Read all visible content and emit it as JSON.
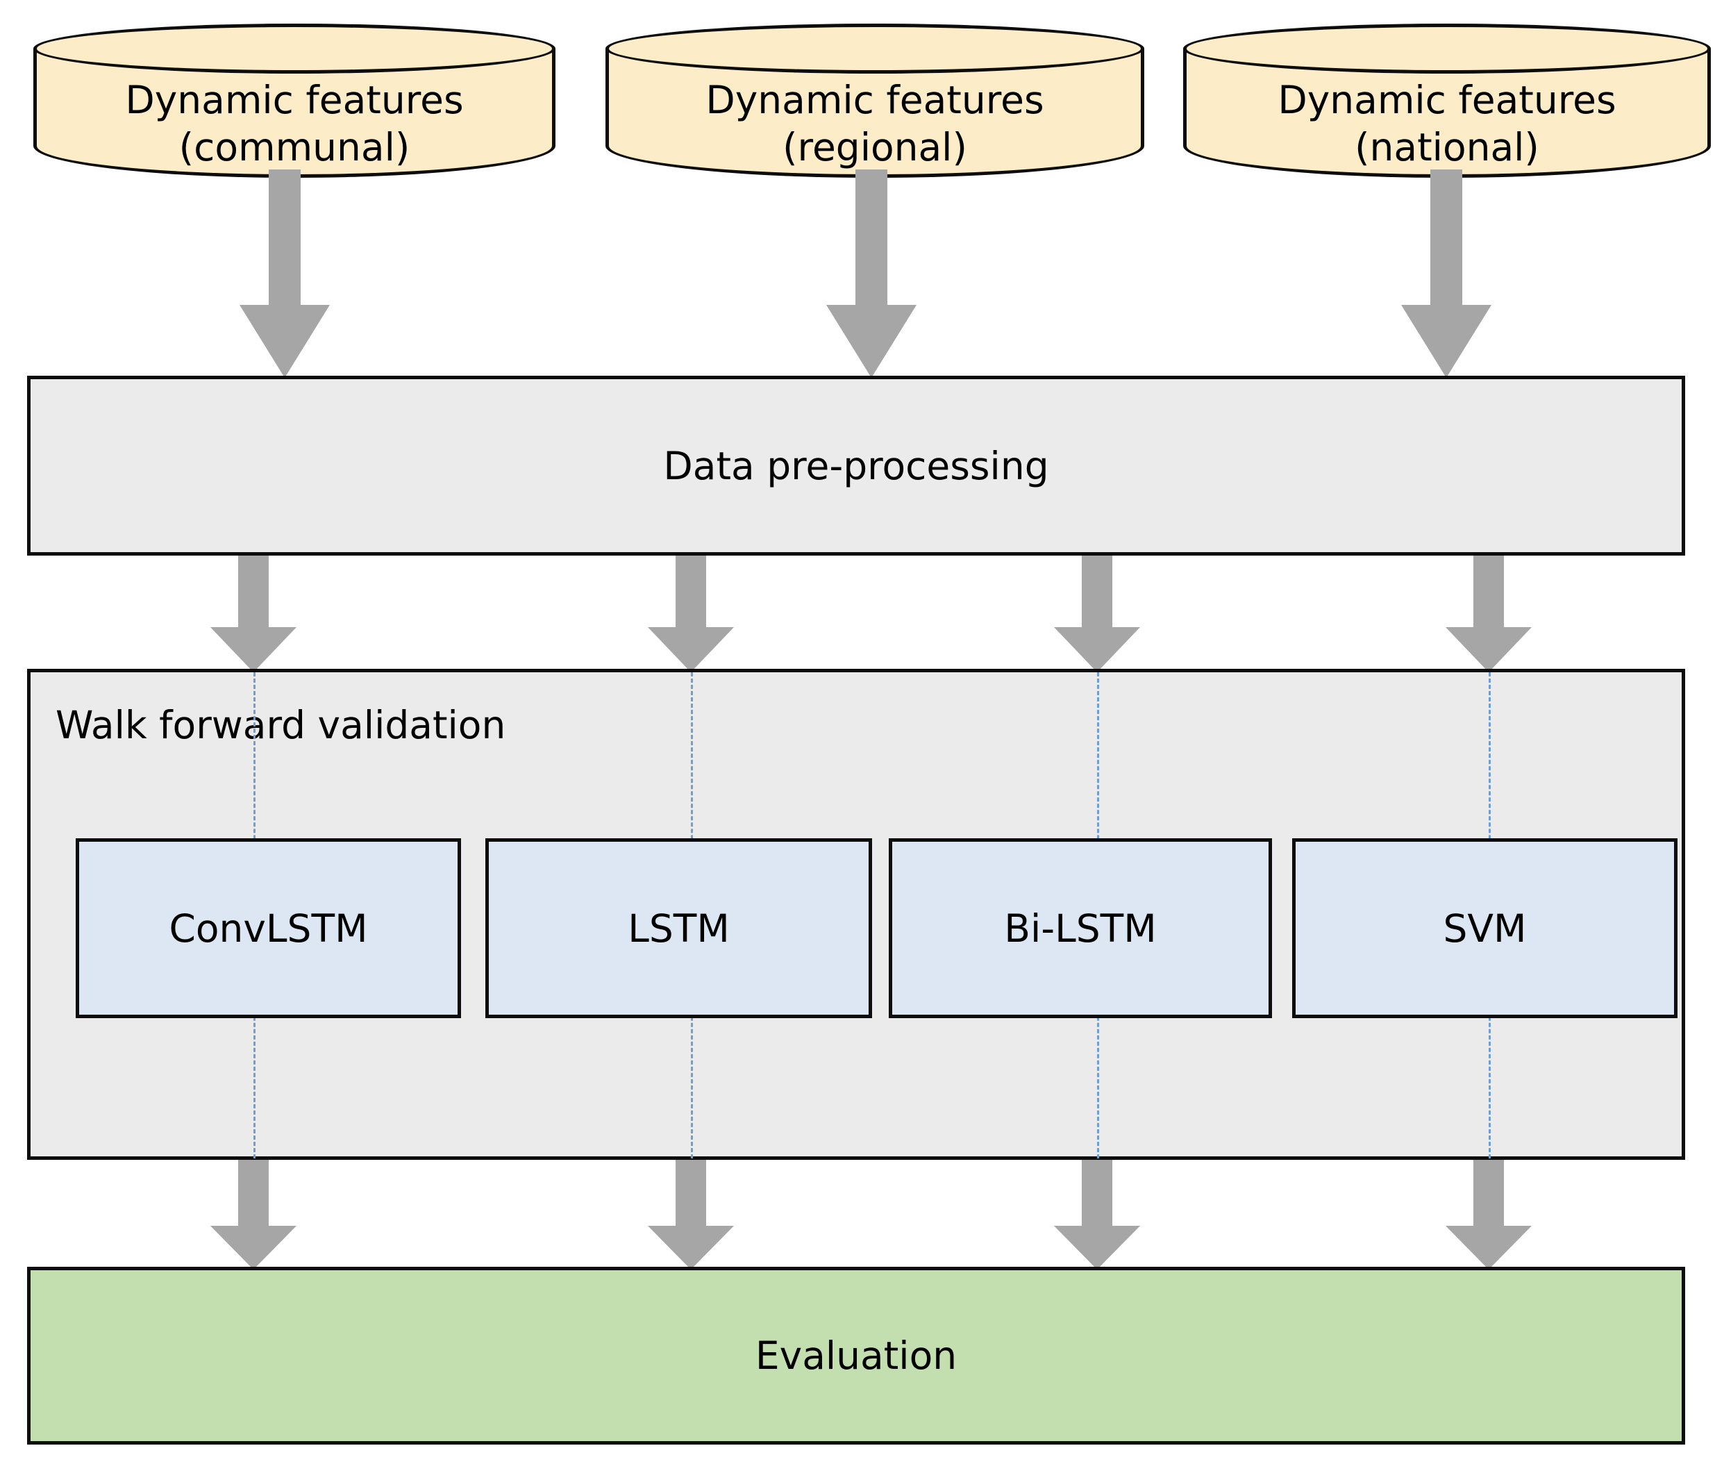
{
  "diagram": {
    "title": "Machine learning pipeline flow diagram",
    "colors": {
      "data_store_fill": "#fcedc8",
      "process_fill": "#ebebeb",
      "model_fill": "#dde7f3",
      "evaluation_fill": "#c3dfaf",
      "arrow_fill": "#a6a6a6",
      "dashed_line": "#6f9fd0",
      "stroke": "#0d0d0d"
    },
    "data_sources": [
      {
        "label": "Dynamic features\n(communal)",
        "scope": "communal"
      },
      {
        "label": "Dynamic features\n(regional)",
        "scope": "regional"
      },
      {
        "label": "Dynamic features\n(national)",
        "scope": "national"
      }
    ],
    "preprocessing": {
      "label": "Data pre-processing"
    },
    "validation": {
      "label": "Walk forward validation",
      "models": [
        {
          "label": "ConvLSTM"
        },
        {
          "label": "LSTM"
        },
        {
          "label": "Bi-LSTM"
        },
        {
          "label": "SVM"
        }
      ]
    },
    "evaluation": {
      "label": "Evaluation"
    },
    "arrows": {
      "sources_to_preprocessing_count": 3,
      "preprocessing_to_validation_count": 4,
      "validation_to_evaluation_count": 4,
      "icon": "down-arrow-icon"
    }
  }
}
